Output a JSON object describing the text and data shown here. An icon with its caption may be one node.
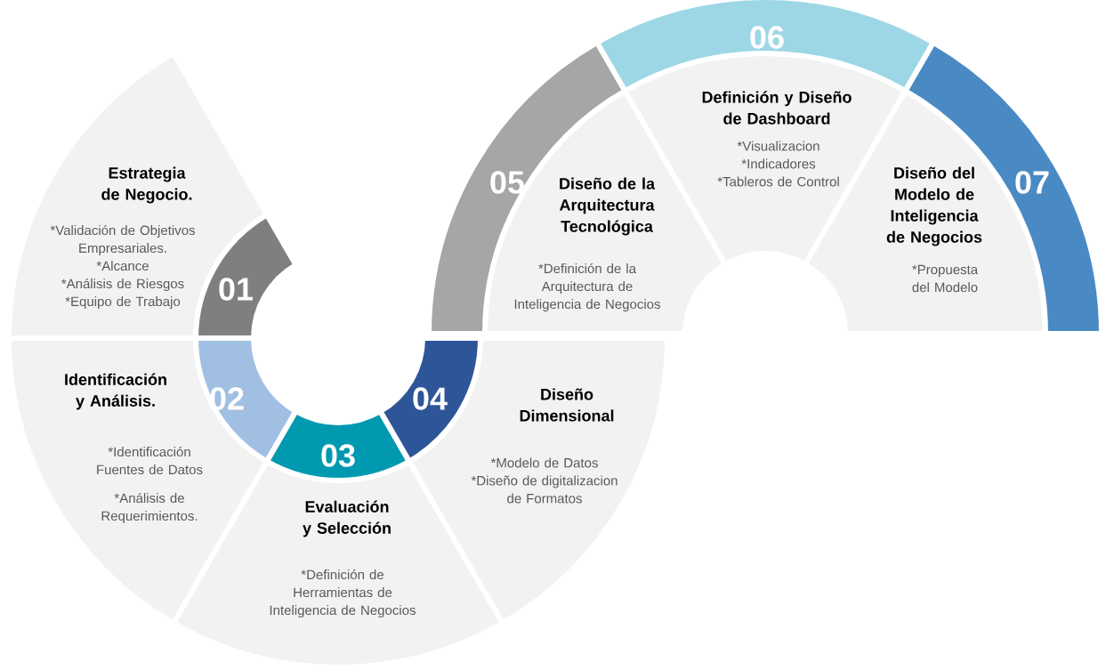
{
  "diagram": {
    "nodes": [
      {
        "text": [
          "01",
          "Estrategia de Negocio.",
          "*Validación de Objetivos Empresariales.",
          "*Alcance",
          "*Análisis de Riesgos",
          "*Equipo de Trabajo"
        ]
      },
      {
        "text": [
          "02",
          "Identificación y Análisis.",
          "*Identificación Fuentes de Datos",
          "*Análisis de Requerimientos."
        ]
      },
      {
        "text": [
          "03",
          "Evaluación y Selección",
          "*Definición de Herramientas de Inteligencia de Negocios"
        ]
      },
      {
        "text": [
          "04",
          "Diseño Dimensional",
          "*Modelo de Datos",
          "*Diseño de digitalizacion de Formatos"
        ]
      },
      {
        "text": [
          "05",
          "Diseño de la Arquitectura Tecnológica",
          "*Definición de la Arquitectura de Inteligencia de Negocios"
        ]
      },
      {
        "text": [
          "06",
          "Definición y Diseño de Dashboard",
          "*Visualizacion",
          "*Indicadores",
          "*Tableros de Control"
        ]
      },
      {
        "text": [
          "Diseño del Modelo de Inteligencia de Negocios",
          "07",
          "*Propuesta del Modelo"
        ]
      }
    ]
  }
}
